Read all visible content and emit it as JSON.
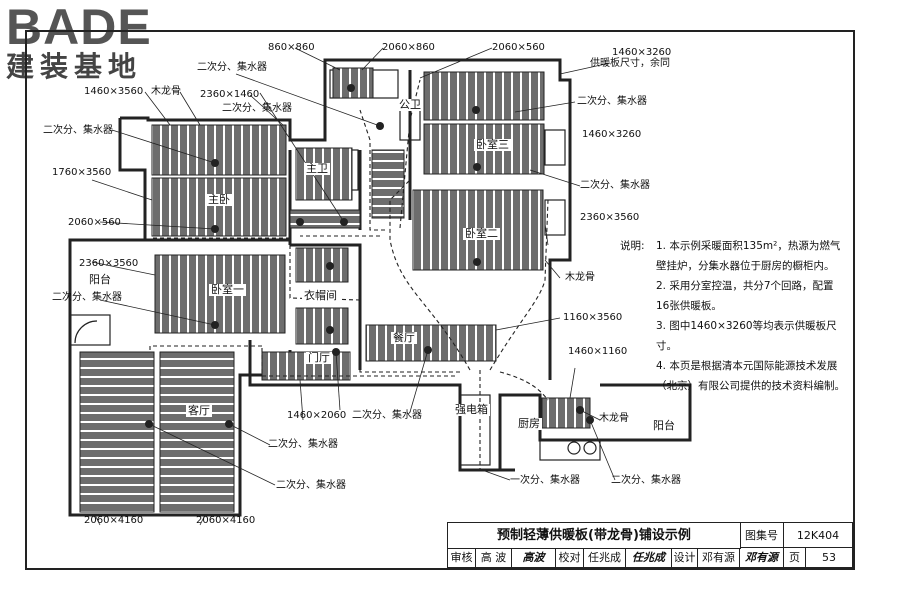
{
  "logo": {
    "main": "BADE",
    "sub": "建装基地"
  },
  "rooms": {
    "master_bedroom": "主卧",
    "master_bath": "主卫",
    "public_bath": "公卫",
    "bedroom3": "卧室三",
    "bedroom2": "卧室二",
    "bedroom1": "卧室一",
    "balcony_west": "阳台",
    "cloakroom": "衣帽间",
    "dining": "餐厅",
    "foyer": "门厅",
    "living": "客厅",
    "kitchen": "厨房",
    "electric_box": "强电箱",
    "balcony_east": "阳台"
  },
  "dimensions": {
    "d1": "860×860",
    "d2": "2060×860",
    "d3": "2060×560",
    "d4": "1460×3260",
    "d5": "1460×3560",
    "d6": "2360×1460",
    "d7": "1460×3260",
    "d8": "1760×3560",
    "d9": "2360×3560",
    "d10": "2060×560",
    "d11": "2360×3560",
    "d12": "1160×3560",
    "d13": "1460×1160",
    "d14": "1460×2060",
    "d15": "2060×4160",
    "d16": "2060×4160"
  },
  "callouts": {
    "manifold": "二次分、集水器",
    "manifold_with_dash": "一次分、集水器",
    "joist": "木龙骨",
    "panel_size_note": "供暖板尺寸，余同"
  },
  "notes": {
    "heading": "说明:",
    "items": [
      "1. 本示例采暖面积135m²，热源为燃气壁挂炉，分集水器位于厨房的橱柜内。",
      "2. 采用分室控温，共分7个回路，配置16张供暖板。",
      "3. 图中1460×3260等均表示供暖板尺寸。",
      "4. 本页是根据清本元国际能源技术发展（北京）有限公司提供的技术资料编制。"
    ]
  },
  "title_block": {
    "title": "预制轻薄供暖板(带龙骨)铺设示例",
    "atlas_label": "图集号",
    "atlas_no": "12K404",
    "page_label": "页",
    "page_no": "53",
    "review_label": "审核",
    "reviewer": "高 波",
    "reviewer_sig": "高波",
    "check_label": "校对",
    "checker": "任兆成",
    "checker_sig": "任兆成",
    "design_label": "设计",
    "designer": "邓有源",
    "designer_sig": "邓有源"
  }
}
